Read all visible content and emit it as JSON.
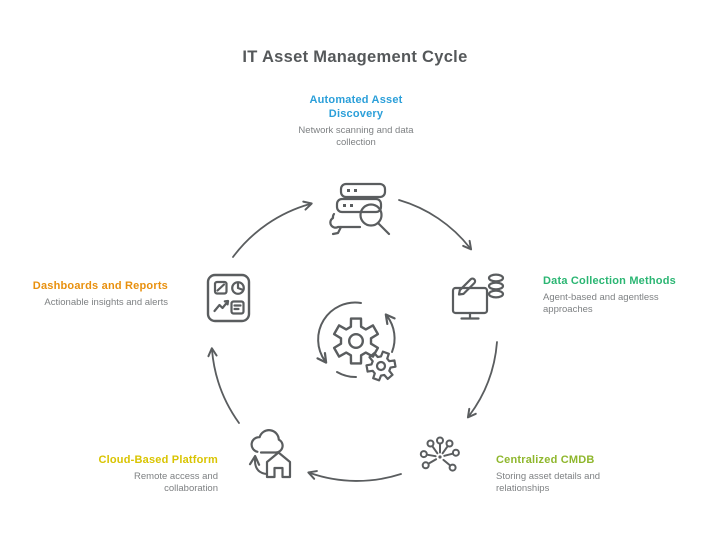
{
  "title": "IT Asset Management Cycle",
  "colors": {
    "title": "#55585A",
    "subtitle_gray": "#7E8183",
    "line_gray": "#5A5D5F",
    "blue": "#2B9FD9",
    "green": "#2BB673",
    "lime": "#8FB72D",
    "yellow": "#D9C402",
    "orange": "#E8900E"
  },
  "center_icon": "cycle-gears-icon",
  "nodes": [
    {
      "id": "automated-asset-discovery",
      "label": "Automated Asset Discovery",
      "description": "Network scanning and data collection",
      "color": "#2B9FD9",
      "icon": "server-search-icon",
      "position": "top"
    },
    {
      "id": "data-collection-methods",
      "label": "Data Collection Methods",
      "description": "Agent-based and agentless approaches",
      "color": "#2BB673",
      "icon": "device-edit-database-icon",
      "position": "right"
    },
    {
      "id": "centralized-cmdb",
      "label": "Centralized CMDB",
      "description": "Storing asset details and relationships",
      "color": "#8FB72D",
      "icon": "network-hub-icon",
      "position": "bottom-right"
    },
    {
      "id": "cloud-based-platform",
      "label": "Cloud-Based Platform",
      "description": "Remote access and collaboration",
      "color": "#D9C402",
      "icon": "cloud-upload-home-icon",
      "position": "bottom-left"
    },
    {
      "id": "dashboards-and-reports",
      "label": "Dashboards and Reports",
      "description": "Actionable insights and alerts",
      "color": "#E8900E",
      "icon": "dashboard-report-icon",
      "position": "left"
    }
  ]
}
